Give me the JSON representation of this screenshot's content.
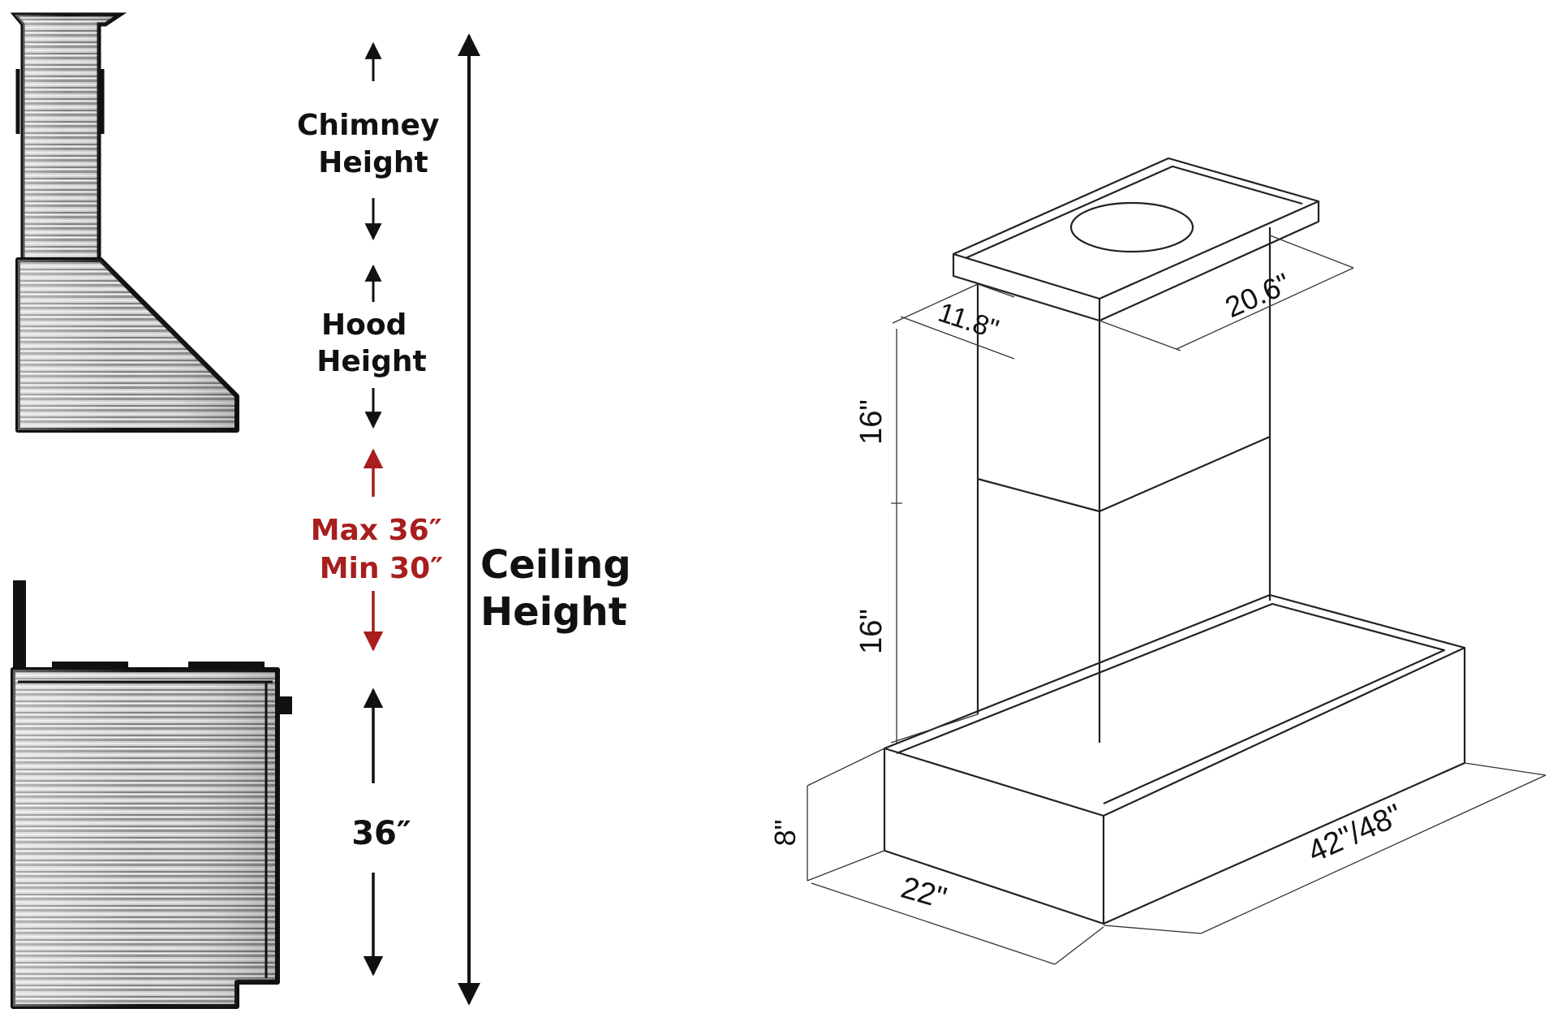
{
  "left": {
    "chimney_height": [
      "Chimney",
      "Height"
    ],
    "hood_height": [
      "Hood",
      "Height"
    ],
    "clearance": [
      "Max 36″",
      "Min 30″"
    ],
    "counter": "36″",
    "ceiling_height": [
      "Ceiling",
      "Height"
    ]
  },
  "right": {
    "top_depth": "11.8\"",
    "top_width": "20.6\"",
    "upper_chimney": "16\"",
    "lower_chimney": "16\"",
    "base_height": "8\"",
    "base_depth": "22\"",
    "base_width": "42\"/48\""
  },
  "colors": {
    "accent_red": "#a81e1e",
    "ink": "#111111",
    "steel_light": "#d9d9d9",
    "steel_dark": "#7a7a7a"
  }
}
